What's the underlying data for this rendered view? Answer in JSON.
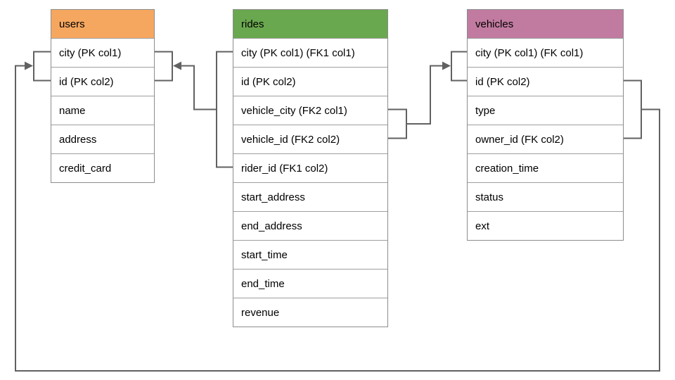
{
  "diagram": {
    "tables": [
      {
        "name": "users",
        "header_color": "#F6A75F",
        "columns": [
          "city (PK col1)",
          "id (PK col2)",
          "name",
          "address",
          "credit_card"
        ]
      },
      {
        "name": "rides",
        "header_color": "#6AA84F",
        "columns": [
          "city (PK col1) (FK1 col1)",
          "id (PK col2)",
          "vehicle_city (FK2 col1)",
          "vehicle_id (FK2 col2)",
          "rider_id (FK1 col2)",
          "start_address",
          "end_address",
          "start_time",
          "end_time",
          "revenue"
        ]
      },
      {
        "name": "vehicles",
        "header_color": "#C27BA0",
        "columns": [
          "city (PK col1) (FK col1)",
          "id (PK col2)",
          "type",
          "owner_id (FK col2)",
          "creation_time",
          "status",
          "ext"
        ]
      }
    ],
    "relationships": [
      {
        "name": "rides-to-users",
        "from_table": "rides",
        "from_columns": [
          "city (FK1 col1)",
          "rider_id (FK1 col2)"
        ],
        "to_table": "users",
        "to_columns": [
          "city (PK col1)",
          "id (PK col2)"
        ]
      },
      {
        "name": "rides-to-vehicles",
        "from_table": "rides",
        "from_columns": [
          "vehicle_city (FK2 col1)",
          "vehicle_id (FK2 col2)"
        ],
        "to_table": "vehicles",
        "to_columns": [
          "city (PK col1)",
          "id (PK col2)"
        ]
      },
      {
        "name": "vehicles-to-users",
        "from_table": "vehicles",
        "from_columns": [
          "city (FK col1)",
          "owner_id (FK col2)"
        ],
        "to_table": "users",
        "to_columns": [
          "city (PK col1)",
          "id (PK col2)"
        ]
      }
    ],
    "colors": {
      "connector": "#616161",
      "table_border": "#8c8c8c",
      "row_divider": "#9e9e9e",
      "background": "#ffffff"
    }
  }
}
